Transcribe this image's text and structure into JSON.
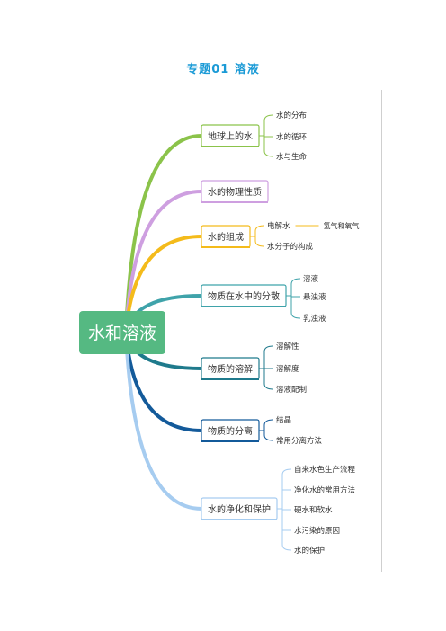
{
  "header": {
    "title": "专题01 溶液"
  },
  "mindmap": {
    "root": {
      "label": "水和溶液",
      "color": "#55b982"
    },
    "branches": [
      {
        "label": "地球上的水",
        "color": "#8bc34a",
        "children": [
          {
            "label": "水的分布"
          },
          {
            "label": "水的循环"
          },
          {
            "label": "水与生命"
          }
        ]
      },
      {
        "label": "水的物理性质",
        "color": "#ce9fe0",
        "children": []
      },
      {
        "label": "水的组成",
        "color": "#f4bb1b",
        "children": [
          {
            "label": "电解水",
            "sub": "氢气和氧气"
          },
          {
            "label": "水分子的构成"
          }
        ]
      },
      {
        "label": "物质在水中的分散",
        "color": "#3fa3aa",
        "children": [
          {
            "label": "溶液"
          },
          {
            "label": "悬浊液"
          },
          {
            "label": "乳浊液"
          }
        ]
      },
      {
        "label": "物质的溶解",
        "color": "#1f7a8c",
        "children": [
          {
            "label": "溶解性"
          },
          {
            "label": "溶解度"
          },
          {
            "label": "溶液配制"
          }
        ]
      },
      {
        "label": "物质的分离",
        "color": "#135a9a",
        "children": [
          {
            "label": "结晶"
          },
          {
            "label": "常用分离方法"
          }
        ]
      },
      {
        "label": "水的净化和保护",
        "color": "#a6ccf0",
        "children": [
          {
            "label": "自来水色生产流程"
          },
          {
            "label": "净化水的常用方法"
          },
          {
            "label": "硬水和软水"
          },
          {
            "label": "水污染的原因"
          },
          {
            "label": "水的保护"
          }
        ]
      }
    ]
  }
}
